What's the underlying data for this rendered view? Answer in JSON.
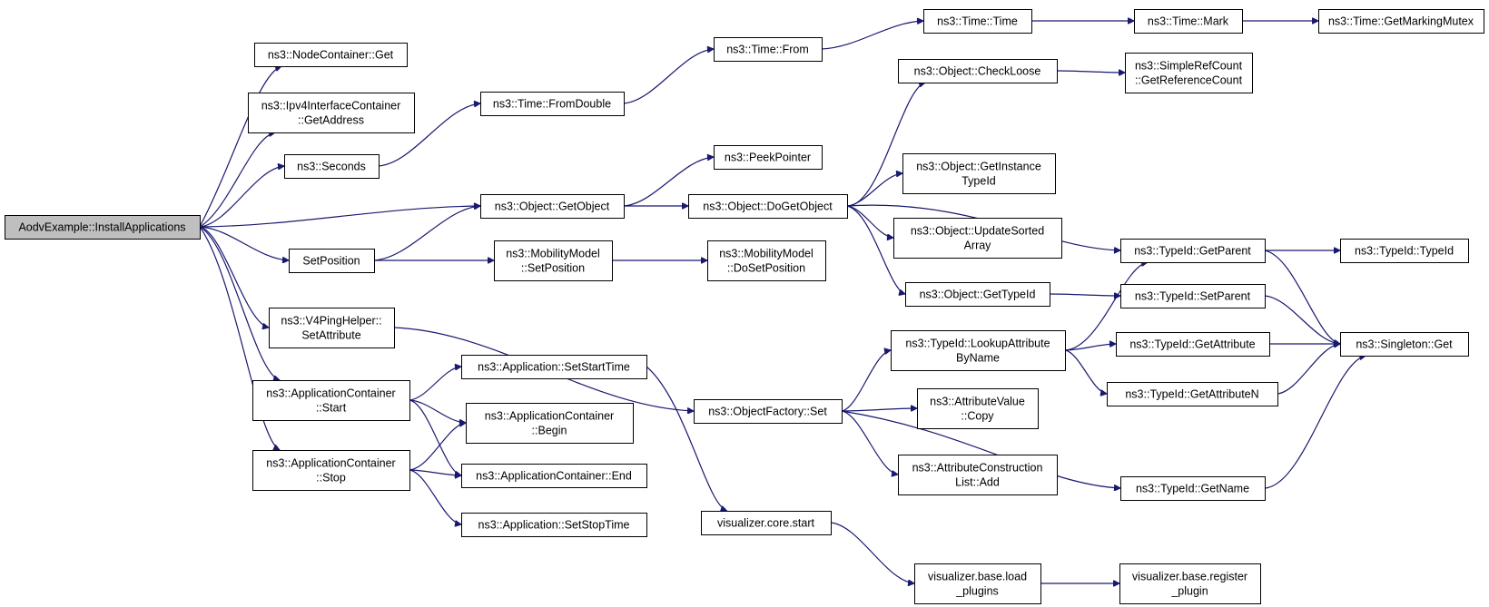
{
  "graph": {
    "nodes": [
      {
        "id": "root",
        "lines": [
          "AodvExample::InstallApplications"
        ],
        "root": true
      },
      {
        "id": "nc_get",
        "lines": [
          "ns3::NodeContainer::Get"
        ]
      },
      {
        "id": "ipv4_addr",
        "lines": [
          "ns3::Ipv4InterfaceContainer",
          "::GetAddress"
        ]
      },
      {
        "id": "seconds",
        "lines": [
          "ns3::Seconds"
        ]
      },
      {
        "id": "obj_getobject",
        "lines": [
          "ns3::Object::GetObject"
        ]
      },
      {
        "id": "setposition",
        "lines": [
          "SetPosition"
        ]
      },
      {
        "id": "v4ping",
        "lines": [
          "ns3::V4PingHelper::",
          "SetAttribute"
        ]
      },
      {
        "id": "appc_start",
        "lines": [
          "ns3::ApplicationContainer",
          "::Start"
        ]
      },
      {
        "id": "appc_stop",
        "lines": [
          "ns3::ApplicationContainer",
          "::Stop"
        ]
      },
      {
        "id": "time_fromdouble",
        "lines": [
          "ns3::Time::FromDouble"
        ]
      },
      {
        "id": "time_from",
        "lines": [
          "ns3::Time::From"
        ]
      },
      {
        "id": "time_time",
        "lines": [
          "ns3::Time::Time"
        ]
      },
      {
        "id": "time_mark",
        "lines": [
          "ns3::Time::Mark"
        ]
      },
      {
        "id": "time_mutex",
        "lines": [
          "ns3::Time::GetMarkingMutex"
        ]
      },
      {
        "id": "peekpointer",
        "lines": [
          "ns3::PeekPointer"
        ]
      },
      {
        "id": "obj_dogetobject",
        "lines": [
          "ns3::Object::DoGetObject"
        ]
      },
      {
        "id": "obj_checkloose",
        "lines": [
          "ns3::Object::CheckLoose"
        ]
      },
      {
        "id": "simplerefcount",
        "lines": [
          "ns3::SimpleRefCount",
          "::GetReferenceCount"
        ]
      },
      {
        "id": "obj_getinstance",
        "lines": [
          "ns3::Object::GetInstance",
          "TypeId"
        ]
      },
      {
        "id": "obj_updatesorted",
        "lines": [
          "ns3::Object::UpdateSorted",
          "Array"
        ]
      },
      {
        "id": "obj_gettypeid",
        "lines": [
          "ns3::Object::GetTypeId"
        ]
      },
      {
        "id": "mm_setposition",
        "lines": [
          "ns3::MobilityModel",
          "::SetPosition"
        ]
      },
      {
        "id": "mm_dosetposition",
        "lines": [
          "ns3::MobilityModel",
          "::DoSetPosition"
        ]
      },
      {
        "id": "app_setstart",
        "lines": [
          "ns3::Application::SetStartTime"
        ]
      },
      {
        "id": "appc_begin",
        "lines": [
          "ns3::ApplicationContainer",
          "::Begin"
        ]
      },
      {
        "id": "appc_end",
        "lines": [
          "ns3::ApplicationContainer::End"
        ]
      },
      {
        "id": "app_setstop",
        "lines": [
          "ns3::Application::SetStopTime"
        ]
      },
      {
        "id": "objfactory_set",
        "lines": [
          "ns3::ObjectFactory::Set"
        ]
      },
      {
        "id": "vis_core_start",
        "lines": [
          "visualizer.core.start"
        ]
      },
      {
        "id": "vis_base_load",
        "lines": [
          "visualizer.base.load",
          "_plugins"
        ]
      },
      {
        "id": "vis_base_register",
        "lines": [
          "visualizer.base.register",
          "_plugin"
        ]
      },
      {
        "id": "typeid_lookup",
        "lines": [
          "ns3::TypeId::LookupAttribute",
          "ByName"
        ]
      },
      {
        "id": "attrval_copy",
        "lines": [
          "ns3::AttributeValue",
          "::Copy"
        ]
      },
      {
        "id": "attrcons_add",
        "lines": [
          "ns3::AttributeConstruction",
          "List::Add"
        ]
      },
      {
        "id": "typeid_getparent",
        "lines": [
          "ns3::TypeId::GetParent"
        ]
      },
      {
        "id": "typeid_setparent",
        "lines": [
          "ns3::TypeId::SetParent"
        ]
      },
      {
        "id": "typeid_getattribute",
        "lines": [
          "ns3::TypeId::GetAttribute"
        ]
      },
      {
        "id": "typeid_getattributen",
        "lines": [
          "ns3::TypeId::GetAttributeN"
        ]
      },
      {
        "id": "typeid_getname",
        "lines": [
          "ns3::TypeId::GetName"
        ]
      },
      {
        "id": "typeid_typeid",
        "lines": [
          "ns3::TypeId::TypeId"
        ]
      },
      {
        "id": "singleton_get",
        "lines": [
          "ns3::Singleton::Get"
        ]
      }
    ],
    "edges": [
      [
        "root",
        "nc_get"
      ],
      [
        "root",
        "ipv4_addr"
      ],
      [
        "root",
        "seconds"
      ],
      [
        "root",
        "obj_getobject"
      ],
      [
        "root",
        "setposition"
      ],
      [
        "root",
        "v4ping"
      ],
      [
        "root",
        "appc_start"
      ],
      [
        "root",
        "appc_stop"
      ],
      [
        "seconds",
        "time_fromdouble"
      ],
      [
        "time_fromdouble",
        "time_from"
      ],
      [
        "time_from",
        "time_time"
      ],
      [
        "time_time",
        "time_mark"
      ],
      [
        "time_mark",
        "time_mutex"
      ],
      [
        "obj_getobject",
        "peekpointer"
      ],
      [
        "obj_getobject",
        "obj_dogetobject"
      ],
      [
        "obj_dogetobject",
        "obj_checkloose"
      ],
      [
        "obj_checkloose",
        "simplerefcount"
      ],
      [
        "obj_dogetobject",
        "typeid_getparent"
      ],
      [
        "obj_dogetobject",
        "obj_getinstance"
      ],
      [
        "obj_dogetobject",
        "obj_updatesorted"
      ],
      [
        "obj_dogetobject",
        "obj_gettypeid"
      ],
      [
        "obj_gettypeid",
        "typeid_setparent"
      ],
      [
        "setposition",
        "obj_getobject"
      ],
      [
        "setposition",
        "mm_setposition"
      ],
      [
        "mm_setposition",
        "mm_dosetposition"
      ],
      [
        "v4ping",
        "objfactory_set"
      ],
      [
        "appc_start",
        "app_setstart"
      ],
      [
        "appc_start",
        "appc_begin"
      ],
      [
        "appc_start",
        "appc_end"
      ],
      [
        "appc_stop",
        "appc_begin"
      ],
      [
        "appc_stop",
        "appc_end"
      ],
      [
        "appc_stop",
        "app_setstop"
      ],
      [
        "app_setstart",
        "vis_core_start"
      ],
      [
        "vis_core_start",
        "vis_base_load"
      ],
      [
        "vis_base_load",
        "vis_base_register"
      ],
      [
        "objfactory_set",
        "typeid_lookup"
      ],
      [
        "objfactory_set",
        "attrval_copy"
      ],
      [
        "objfactory_set",
        "attrcons_add"
      ],
      [
        "objfactory_set",
        "typeid_getname"
      ],
      [
        "typeid_lookup",
        "typeid_getparent"
      ],
      [
        "typeid_lookup",
        "typeid_getattribute"
      ],
      [
        "typeid_lookup",
        "typeid_getattributen"
      ],
      [
        "typeid_getparent",
        "typeid_typeid"
      ],
      [
        "typeid_getparent",
        "singleton_get"
      ],
      [
        "typeid_setparent",
        "singleton_get"
      ],
      [
        "typeid_getattribute",
        "singleton_get"
      ],
      [
        "typeid_getattributen",
        "singleton_get"
      ],
      [
        "typeid_getname",
        "singleton_get"
      ]
    ]
  }
}
